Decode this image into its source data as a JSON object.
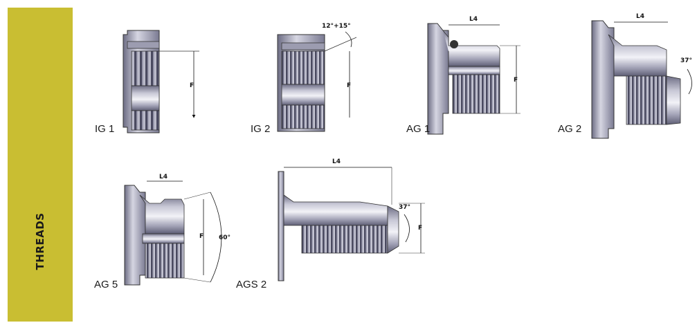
{
  "sidebar": {
    "label": "THREADS"
  },
  "figures": [
    {
      "caption": "IG 1",
      "dims": {
        "f": "F"
      }
    },
    {
      "caption": "IG 2",
      "dims": {
        "angle": "12°+15°",
        "f": "F"
      }
    },
    {
      "caption": "AG 1",
      "dims": {
        "l4": "L4",
        "f": "F"
      }
    },
    {
      "caption": "AG 2",
      "dims": {
        "l4": "L4",
        "angle": "37°"
      }
    },
    {
      "caption": "AG 5",
      "dims": {
        "l4": "L4",
        "f": "F",
        "angle": "60°"
      }
    },
    {
      "caption": "AGS 2",
      "dims": {
        "l4": "L4",
        "angle": "37°",
        "f": "F"
      }
    }
  ]
}
